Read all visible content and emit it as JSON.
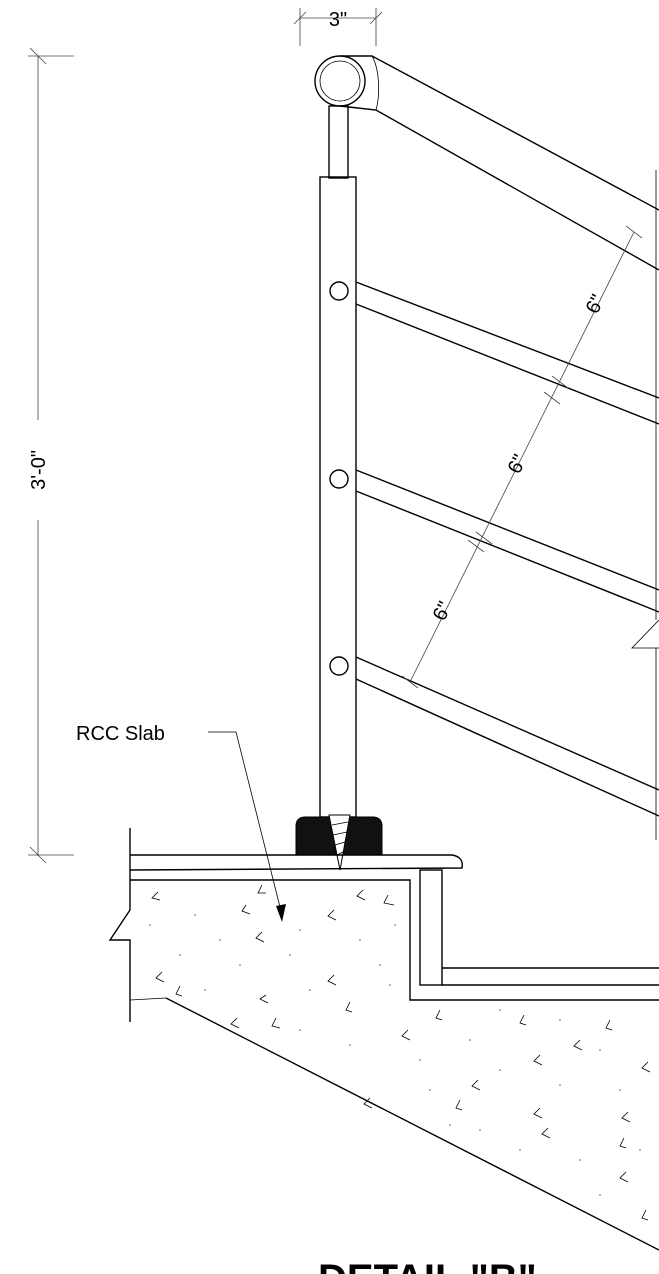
{
  "dimensions": {
    "top_width": "3\"",
    "overall_height": "3'-0\"",
    "rail_spacing": [
      "6\"",
      "6\"",
      "6\""
    ]
  },
  "labels": {
    "slab": "RCC Slab"
  },
  "title": "DETAIL \"B\""
}
